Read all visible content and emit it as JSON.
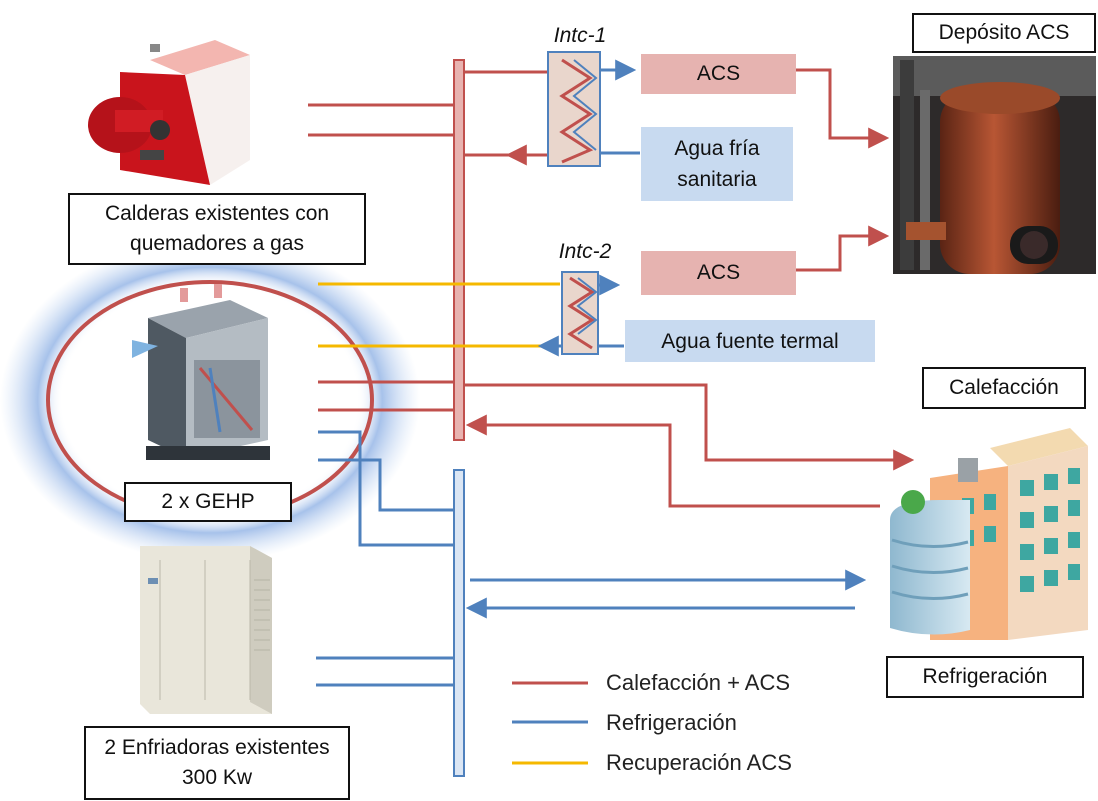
{
  "colors": {
    "heating_line": "#c0504d",
    "cooling_line": "#4f81bd",
    "recovery_line": "#f5b800",
    "acs_box": "#e6b3b0",
    "water_box": "#c8daf0"
  },
  "labels": {
    "boilers": "Calderas existentes con quemadores a gas",
    "gehp": "2 x GEHP",
    "chillers": "2 Enfriadoras existentes 300 Kw",
    "tank": "Depósito ACS",
    "heating": "Calefacción",
    "cooling": "Refrigeración"
  },
  "exchangers": {
    "intc1": {
      "name": "Intc-1",
      "hot_out": "ACS",
      "cold_in": "Agua fría sanitaria"
    },
    "intc2": {
      "name": "Intc-2",
      "hot_out": "ACS",
      "cold_in": "Agua fuente termal"
    }
  },
  "legend": [
    {
      "label": "Calefacción + ACS",
      "color": "#c0504d"
    },
    {
      "label": "Refrigeración",
      "color": "#4f81bd"
    },
    {
      "label": "Recuperación ACS",
      "color": "#f5b800"
    }
  ],
  "icons": {
    "boiler": "boiler-illustration",
    "gehp": "gas-heat-pump-illustration",
    "chiller": "chiller-unit-illustration",
    "tank": "dhw-tank-photo",
    "building": "building-illustration"
  }
}
